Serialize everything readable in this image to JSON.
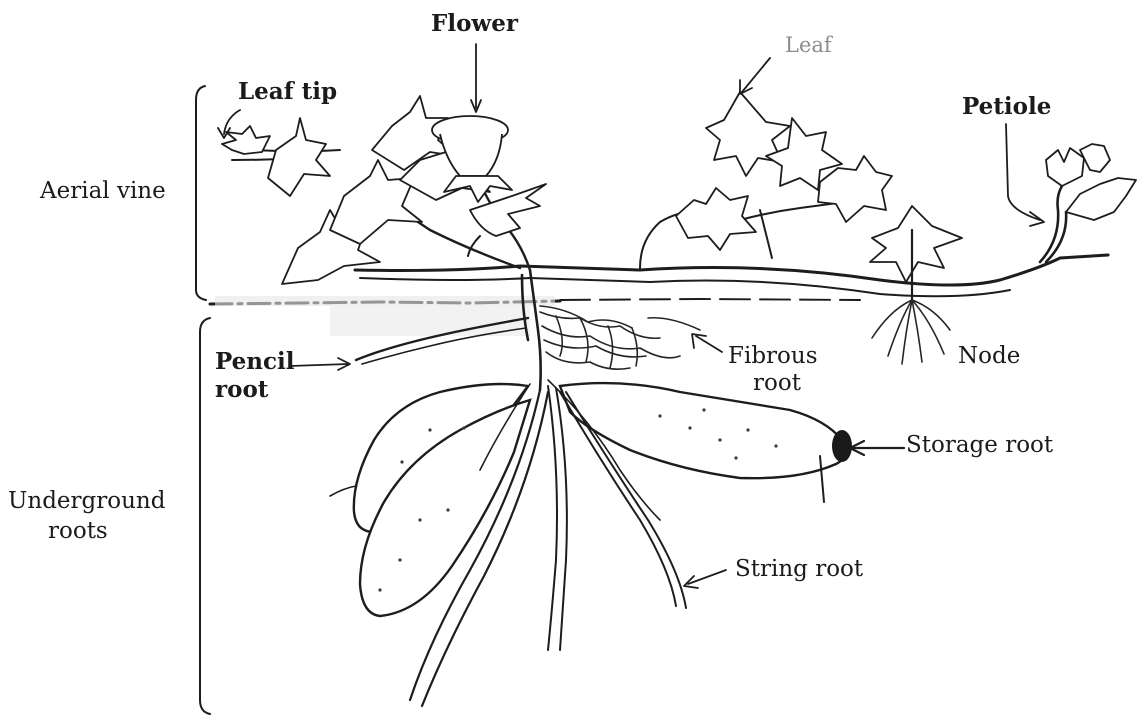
{
  "labels": {
    "flower": "Flower",
    "leaf_tip": "Leaf tip",
    "leaf": "Leaf",
    "petiole": "Petiole",
    "aerial_vine": "Aerial vine",
    "pencil_root_line1": "Pencil",
    "pencil_root_line2": "root",
    "fibrous_root_line1": "Fibrous",
    "fibrous_root_line2": "root",
    "node": "Node",
    "storage_root": "Storage root",
    "underground_roots_line1": "Underground",
    "underground_roots_line2": "roots",
    "string_root": "String root"
  }
}
